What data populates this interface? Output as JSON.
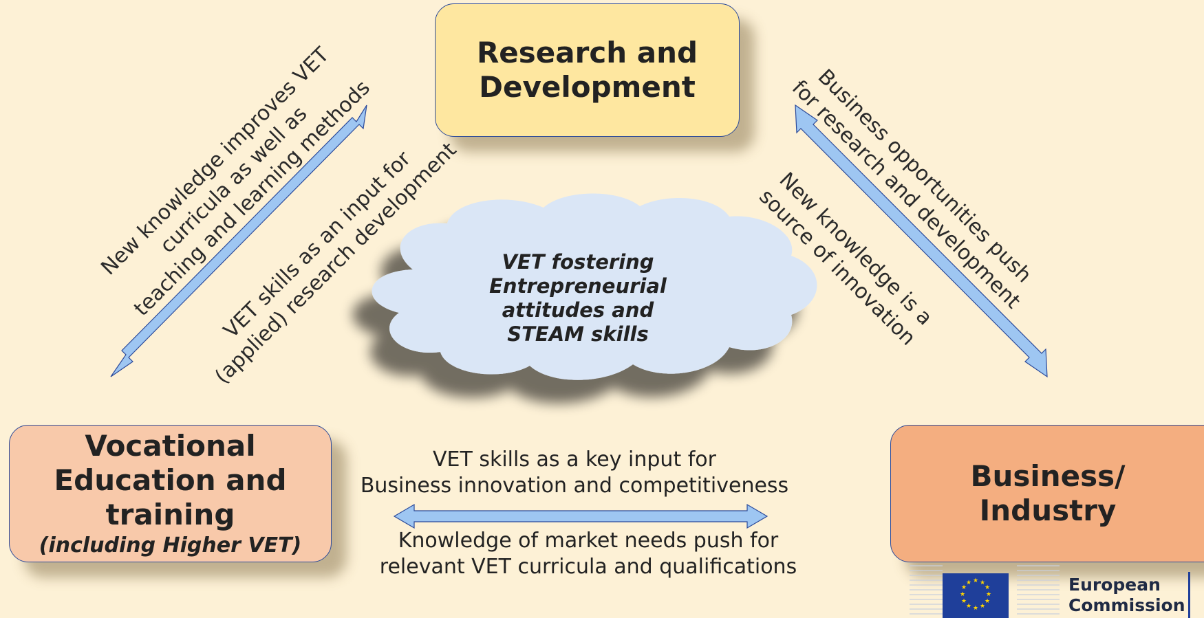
{
  "nodes": {
    "rd": {
      "line1": "Research and",
      "line2": "Development"
    },
    "vet": {
      "line1": "Vocational",
      "line2": "Education and",
      "line3": "training",
      "sub": "(including Higher VET)"
    },
    "biz": {
      "line1": "Business/",
      "line2": "Industry"
    }
  },
  "center": {
    "line1": "VET fostering",
    "line2": "Entrepreneurial",
    "line3": "attitudes and",
    "line4": "STEAM skills"
  },
  "edges": {
    "vet_rd_outer": [
      "New knowledge improves VET",
      "curricula as well as",
      "teaching and learning methods"
    ],
    "vet_rd_inner": [
      "VET skills as an input for",
      "(applied) research development"
    ],
    "rd_biz_outer": [
      "Business opportunities push",
      "for research and development"
    ],
    "rd_biz_inner": [
      "New knowledge is a",
      "source of innovation"
    ],
    "vet_biz_top": [
      "VET skills as a key input for",
      "Business innovation and competitiveness"
    ],
    "vet_biz_bottom": [
      "Knowledge of market needs push for",
      "relevant VET curricula and qualifications"
    ]
  },
  "logo": {
    "line1": "European",
    "line2": "Commission"
  },
  "colors": {
    "background": "#fdf1d6",
    "rd_fill": "#fee7a0",
    "vet_fill": "#f8c9aa",
    "biz_fill": "#f4ae80",
    "cloud_fill": "#dae6f6",
    "arrow_fill": "#9ec6f2",
    "border": "#2b4a9a"
  }
}
